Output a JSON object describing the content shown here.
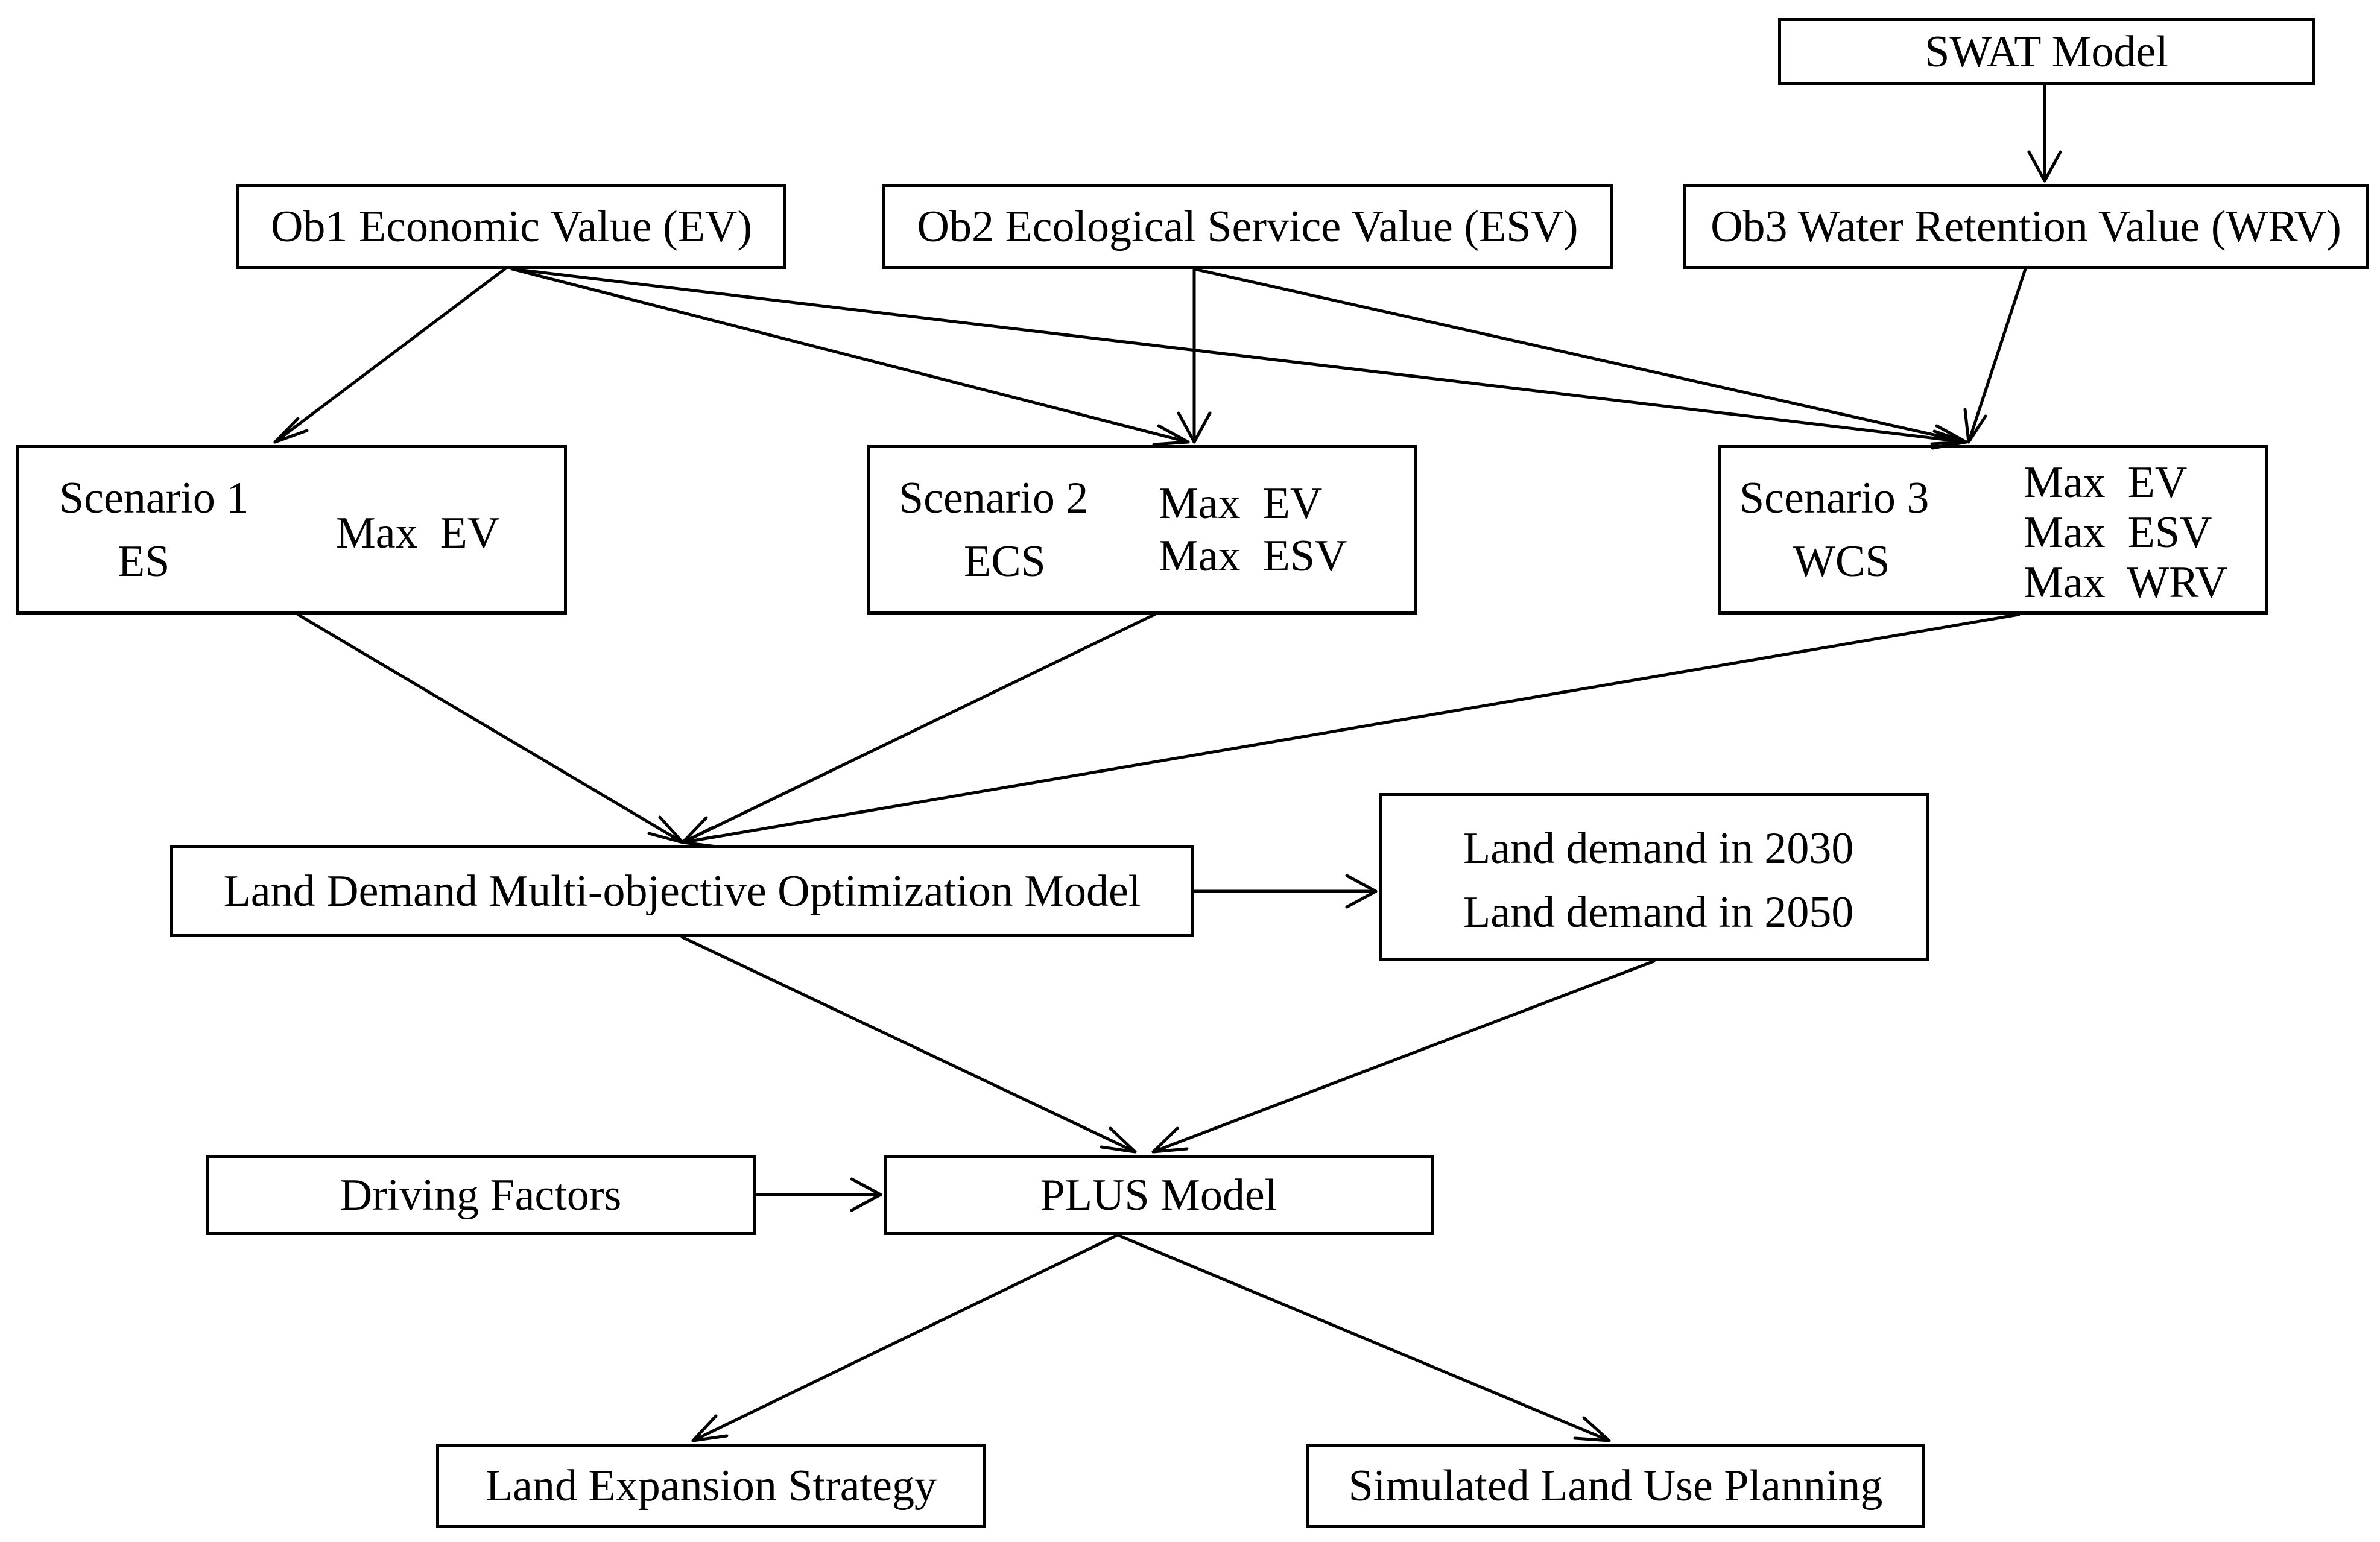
{
  "nodes": {
    "swat": "SWAT Model",
    "ob1": "Ob1 Economic Value (EV)",
    "ob2": "Ob2 Ecological Service Value (ESV)",
    "ob3": "Ob3 Water Retention Value (WRV)",
    "scenario1": {
      "title": "Scenario 1",
      "abbr": "ES",
      "objectives": [
        "Max  EV"
      ]
    },
    "scenario2": {
      "title": "Scenario 2",
      "abbr": "ECS",
      "objectives": [
        "Max  EV",
        "Max  ESV"
      ]
    },
    "scenario3": {
      "title": "Scenario 3",
      "abbr": "WCS",
      "objectives": [
        "Max  EV",
        "Max  ESV",
        "Max  WRV"
      ]
    },
    "optimization": "Land Demand Multi-objective Optimization Model",
    "demand": [
      "Land demand in 2030",
      "Land demand in 2050"
    ],
    "driving": "Driving Factors",
    "plus": "PLUS Model",
    "expansion": "Land Expansion Strategy",
    "simulated": "Simulated Land Use Planning"
  }
}
